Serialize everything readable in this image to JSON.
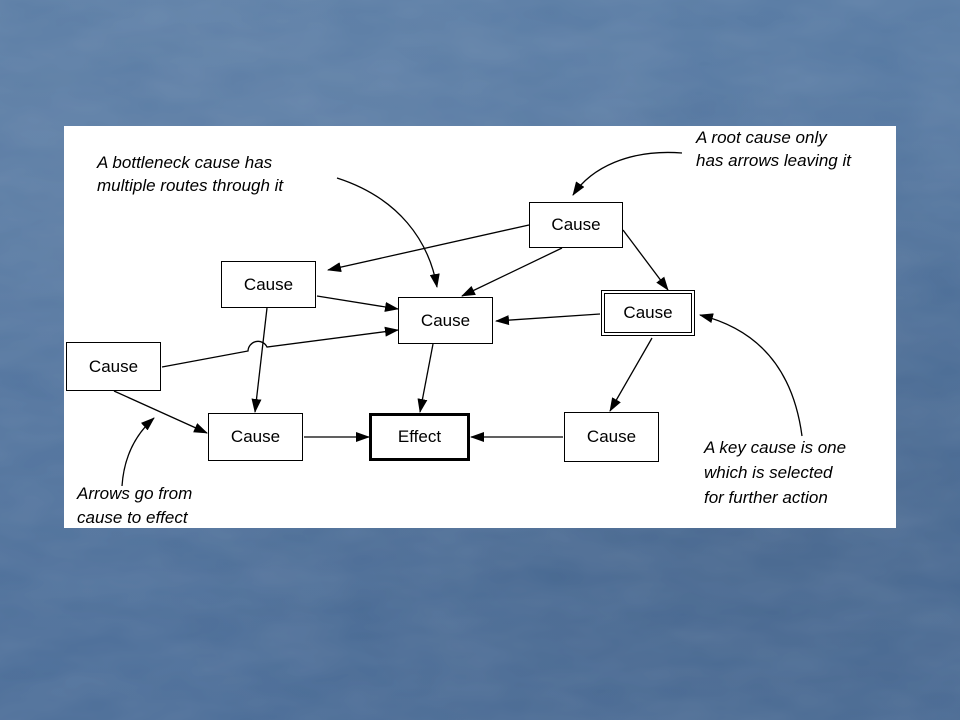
{
  "diagram": {
    "nodes": {
      "cause_root": "Cause",
      "cause_left_upper": "Cause",
      "cause_far_left": "Cause",
      "cause_center": "Cause",
      "cause_key": "Cause",
      "cause_bottom_left": "Cause",
      "effect": "Effect",
      "cause_bottom_right": "Cause"
    },
    "annotations": {
      "bottleneck": [
        "A bottleneck cause has",
        "multiple routes through it"
      ],
      "root": [
        "A root cause only",
        "has arrows leaving it"
      ],
      "key": [
        "A key cause is one",
        "which is selected",
        "for further action"
      ],
      "arrows": [
        "Arrows go from",
        "cause to effect"
      ]
    },
    "colors": {
      "slide_background": "#4e719c",
      "panel_background": "#ffffff",
      "line": "#000000"
    }
  }
}
